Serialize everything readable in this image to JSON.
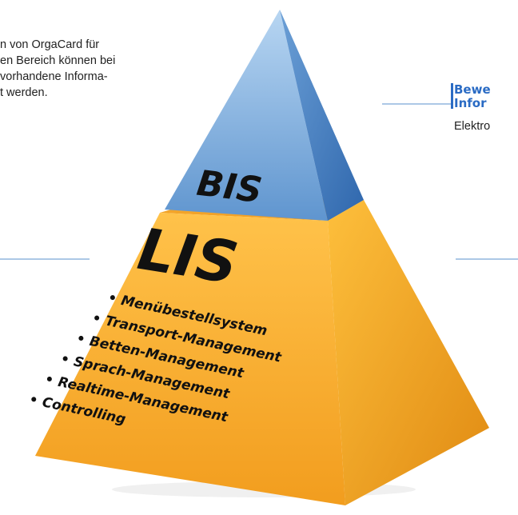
{
  "left_text": {
    "lines": [
      "n von OrgaCard für",
      "en Bereich können bei",
      "vorhandene Informa-",
      "t werden."
    ]
  },
  "right_heading": {
    "lines": [
      "Bewe",
      "Infor"
    ]
  },
  "right_text": "Elektro",
  "pyramid": {
    "top_label": "BIS",
    "bottom_label": "LIS",
    "items": [
      "• Menübestellsystem",
      "• Transport-Management",
      "• Betten-Management",
      "• Sprach-Management",
      "• Realtime-Management",
      "• Controlling"
    ]
  },
  "colors": {
    "accent": "#2a6bc4",
    "bis_blue": "#6fa3d6",
    "lis_orange": "#f5a623"
  }
}
